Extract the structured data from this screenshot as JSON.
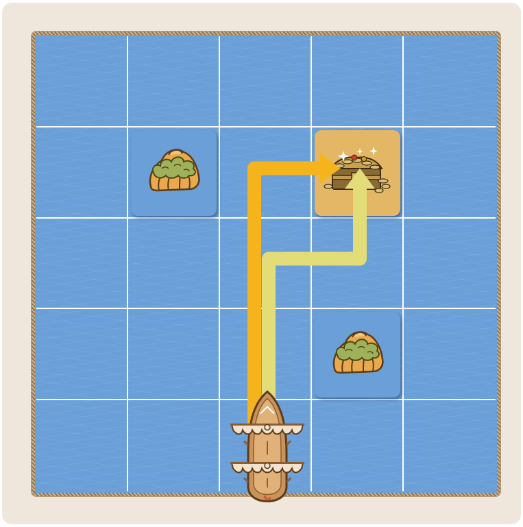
{
  "game": {
    "board": {
      "rows": 5,
      "cols": 5,
      "water_color": "#6a9fd8",
      "grid_line_color": "#ffffff",
      "rope_color": "#8f7656",
      "panel_color": "#efe7dc"
    },
    "tiles": [
      {
        "type": "island",
        "row": 1,
        "col": 1,
        "icon": "island-icon"
      },
      {
        "type": "treasure",
        "row": 1,
        "col": 3,
        "icon": "treasure-chest-icon"
      },
      {
        "type": "island",
        "row": 3,
        "col": 3,
        "icon": "island-icon"
      }
    ],
    "ship": {
      "row": 4,
      "col": 2,
      "facing": "up",
      "icon": "ship-icon"
    },
    "paths": [
      {
        "color": "#f5b41c",
        "route": [
          [
            4,
            2
          ],
          [
            1,
            2
          ],
          [
            1,
            3
          ]
        ]
      },
      {
        "color": "#e2dd78",
        "route": [
          [
            4,
            2
          ],
          [
            2,
            2
          ],
          [
            2,
            3
          ],
          [
            1,
            3
          ]
        ]
      }
    ]
  }
}
